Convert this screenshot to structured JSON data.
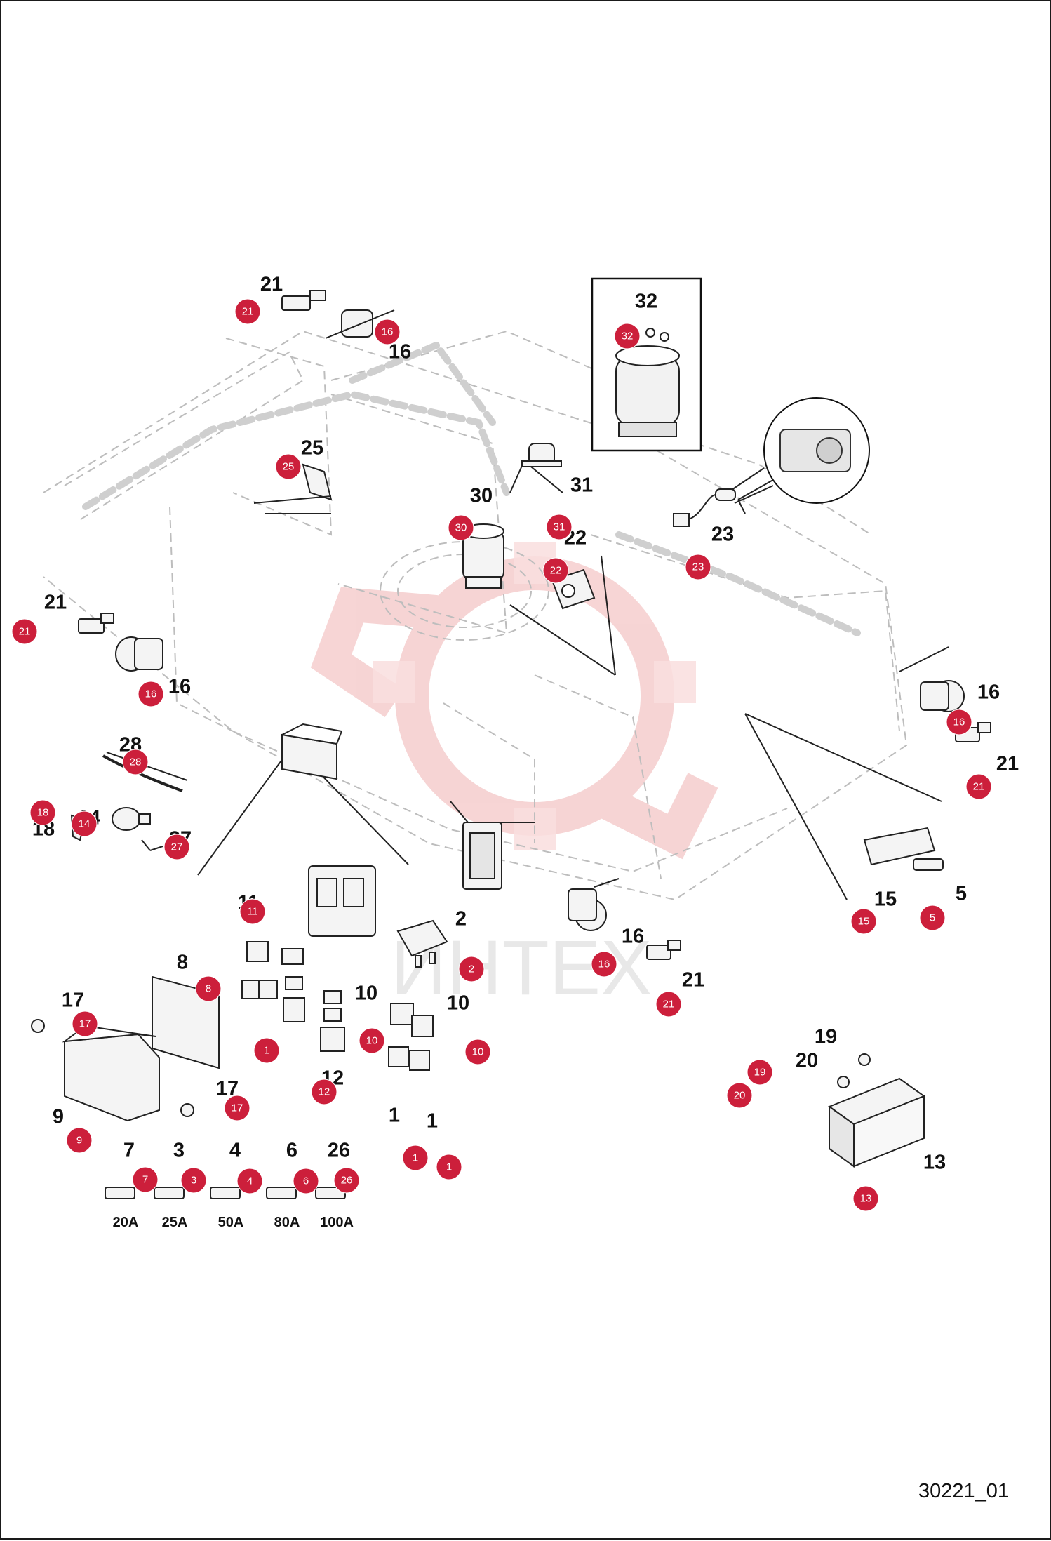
{
  "drawing_id": "30221_01",
  "watermark": {
    "text": "ИНТЕХ",
    "color": "#e8e8e8",
    "logo_color": "#f7d2d2"
  },
  "colors": {
    "marker": "#cc1f3b",
    "marker_text": "#ffffff",
    "line": "#222222",
    "ghost": "#b9b9b9"
  },
  "part_labels": [
    "21",
    "16",
    "25",
    "30",
    "31",
    "22",
    "32",
    "23",
    "21",
    "16",
    "16",
    "21",
    "28",
    "18",
    "14",
    "27",
    "15",
    "5",
    "11",
    "2",
    "8",
    "16",
    "21",
    "17",
    "10",
    "10",
    "12",
    "9",
    "17",
    "1",
    "1",
    "7",
    "3",
    "4",
    "6",
    "26",
    "19",
    "20",
    "13"
  ],
  "fuse_ratings": [
    "20A",
    "25A",
    "50A",
    "80A",
    "100A"
  ],
  "markers": [
    "21",
    "16",
    "25",
    "30",
    "31",
    "22",
    "32",
    "23",
    "21",
    "16",
    "16",
    "21",
    "28",
    "14",
    "18",
    "27",
    "15",
    "5",
    "11",
    "2",
    "8",
    "16",
    "21",
    "17",
    "10",
    "10",
    "1",
    "12",
    "17",
    "9",
    "1",
    "1",
    "7",
    "3",
    "4",
    "6",
    "26",
    "19",
    "20",
    "13"
  ]
}
